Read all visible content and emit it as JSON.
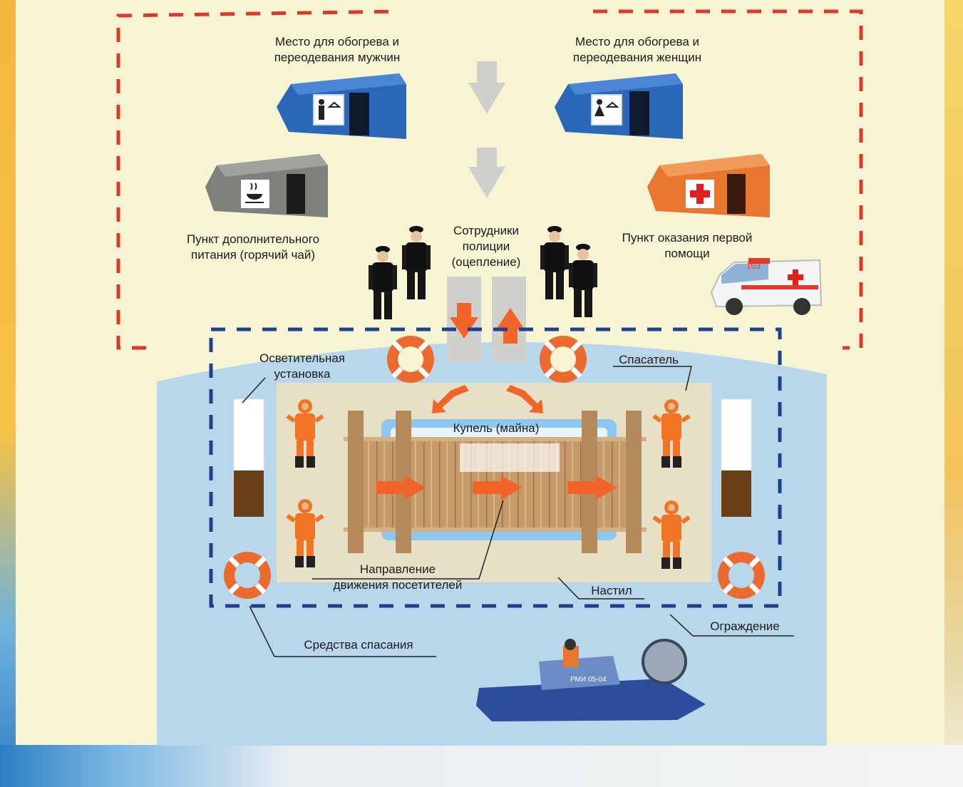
{
  "colors": {
    "background": "#f6f4d2",
    "water": "#b8d7ea",
    "red_dashed_border": "#d93a2a",
    "blue_dashed_border": "#1f3f8f",
    "arrow_orange": "#f1642a",
    "gray_arrow": "#cfcfcb",
    "tent_blue": "#2b67b8",
    "tent_gray": "#7e807b",
    "tent_orange": "#e7772e"
  },
  "labels": {
    "men_tent": "Место для обогрева и\nпереодевания мужчин",
    "women_tent": "Место для обогрева и\nпереодевания женщин",
    "hot_tea": "Пункт дополнительного\nпитания (горячий чай)",
    "police": "Сотрудники\nполиции\n(оцепление)",
    "first_aid": "Пункт оказания первой\nпомощи",
    "lighting": "Осветительная\nустановка",
    "rescuer": "Спасатель",
    "font": "Купель (майна)",
    "direction": "Направление\nдвижения посетителей",
    "decking": "Настил",
    "fence": "Ограждение",
    "rescue_means": "Средства спасания",
    "ambulance_number": "103",
    "boat_label": "РМИ\n05-04"
  },
  "icons": [
    "man-hanger-icon",
    "woman-hanger-icon",
    "hot-cup-icon",
    "red-cross-icon",
    "down-arrow-icon",
    "up-arrow-icon",
    "lifebuoy-icon"
  ]
}
